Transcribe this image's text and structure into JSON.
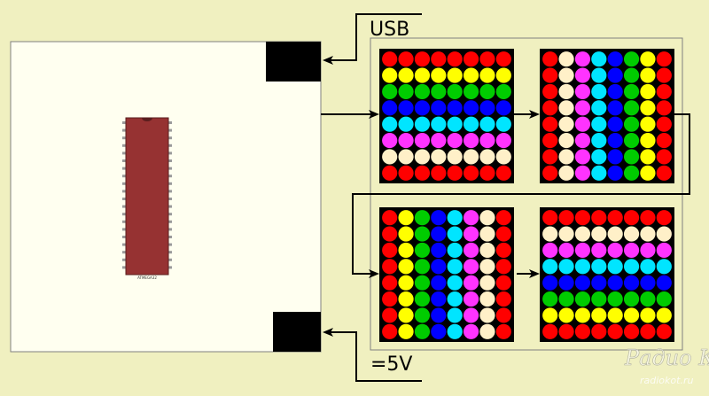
{
  "labels": {
    "usb": "USB",
    "power": "=5V",
    "chip": "ATMEGA32",
    "watermark_site": "radiokot.ru"
  },
  "watermark_logo_text": "Радио КОТ",
  "colors": {
    "background": "#f0f0c0",
    "board": "#fffff0",
    "connector": "#000000",
    "chip_body": "#963232",
    "matrix_bg": "#000000",
    "wire": "#000000"
  },
  "palette": {
    "R": "#ff0000",
    "Y": "#ffff00",
    "G": "#00cc00",
    "B": "#0000ff",
    "C": "#00e5ff",
    "M": "#ff33ff",
    "W": "#fff0c8"
  },
  "matrices": [
    {
      "rows": [
        "RRRRRRRR",
        "YYYYYYYY",
        "GGGGGGGG",
        "BBBBBBBB",
        "CCCCCCCC",
        "MMMMMMMM",
        "WWWWWWWW",
        "RRRRRRRR"
      ]
    },
    {
      "rows": [
        "RWMCBGYR",
        "RWMCBGYR",
        "RWMCBGYR",
        "RWMCBGYR",
        "RWMCBGYR",
        "RWMCBGYR",
        "RWMCBGYR",
        "RWMCBGYR"
      ]
    },
    {
      "rows": [
        "RYGBCMWR",
        "RYGBCMWR",
        "RYGBCMWR",
        "RYGBCMWR",
        "RYGBCMWR",
        "RYGBCMWR",
        "RYGBCMWR",
        "RYGBCMWR"
      ]
    },
    {
      "rows": [
        "RRRRRRRR",
        "WWWWWWWW",
        "MMMMMMMM",
        "CCCCCCCC",
        "BBBBBBBB",
        "GGGGGGGG",
        "YYYYYYYY",
        "RRRRRRRR"
      ]
    }
  ]
}
